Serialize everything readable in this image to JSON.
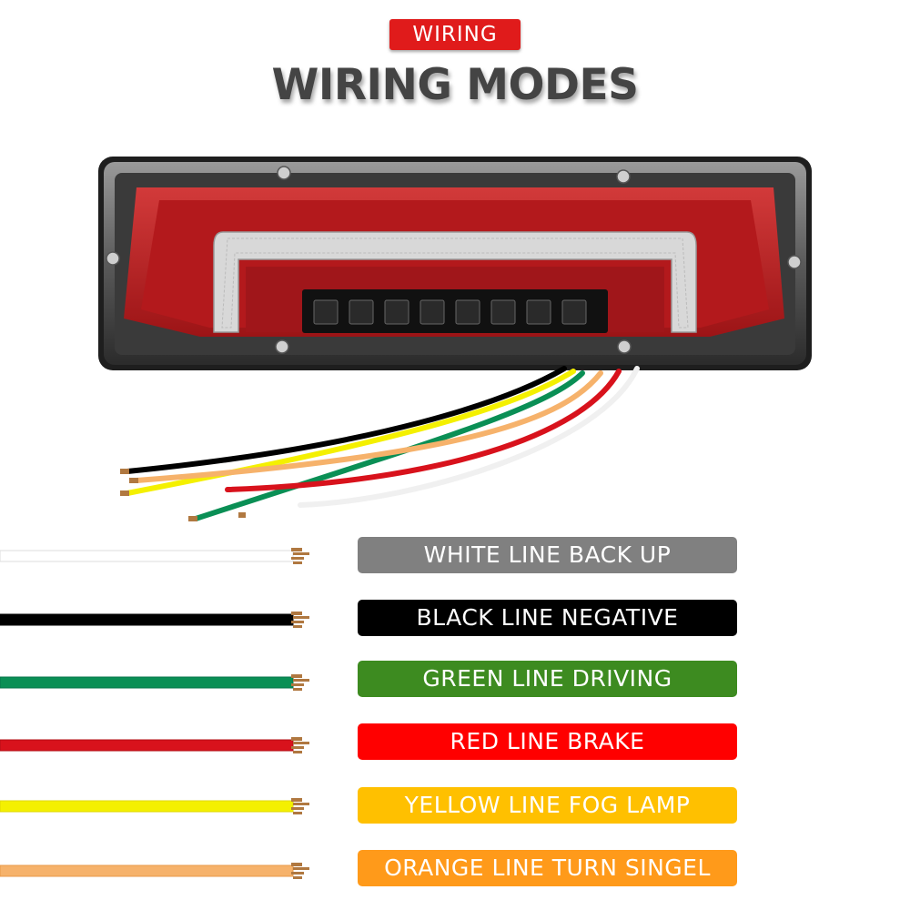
{
  "header": {
    "badge": "WIRING",
    "title": "WIRING MODES"
  },
  "wiring": [
    {
      "label": "WHITE LINE BACK UP",
      "wire_color": "#ffffff",
      "wire_outline": "#dddddd",
      "label_bg": "#808080"
    },
    {
      "label": "BLACK LINE NEGATIVE",
      "wire_color": "#000000",
      "wire_outline": "#000000",
      "label_bg": "#000000"
    },
    {
      "label": "GREEN LINE DRIVING",
      "wire_color": "#0a8f55",
      "wire_outline": "#07744a",
      "label_bg": "#3d8b20"
    },
    {
      "label": "RED LINE BRAKE",
      "wire_color": "#d8121c",
      "wire_outline": "#b30f16",
      "label_bg": "#ff0000"
    },
    {
      "label": "YELLOW LINE FOG LAMP",
      "wire_color": "#f4f000",
      "wire_outline": "#e0d800",
      "label_bg": "#ffc000"
    },
    {
      "label": "ORANGE LINE TURN SINGEL",
      "wire_color": "#f6b26b",
      "wire_outline": "#e89a48",
      "label_bg": "#ff9a1a"
    }
  ],
  "colors": {
    "badge_bg": "#e01b1b",
    "lamp_red": "#b3191c",
    "lamp_housing": "#2a2a2a"
  }
}
